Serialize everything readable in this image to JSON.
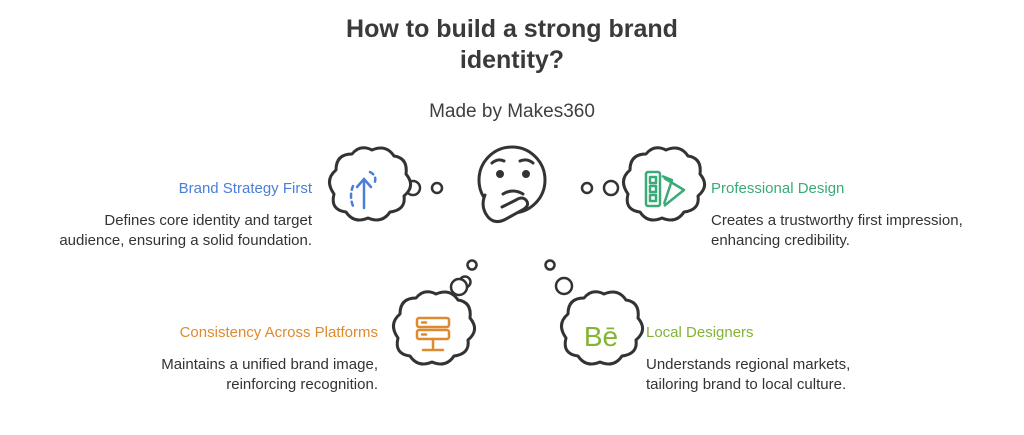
{
  "title_line1": "How to build a strong brand",
  "title_line2": "identity?",
  "subtitle": "Made by Makes360",
  "colors": {
    "strategy": "#4a7fd8",
    "design": "#3aaa78",
    "consistency": "#de8a2f",
    "local": "#83b435",
    "outline": "#333333"
  },
  "items": [
    {
      "heading": "Brand Strategy First",
      "desc_line1": "Defines core identity and target",
      "desc_line2": "audience, ensuring a solid foundation.",
      "icon": "strategy-arrow-icon"
    },
    {
      "heading": "Professional Design",
      "desc_line1": "Creates a trustworthy first impression,",
      "desc_line2": "enhancing credibility.",
      "icon": "color-swatch-icon"
    },
    {
      "heading": "Consistency Across Platforms",
      "desc_line1": "Maintains a unified brand image,",
      "desc_line2": "reinforcing recognition.",
      "icon": "server-icon"
    },
    {
      "heading": "Local Designers",
      "desc_line1": "Understands regional markets,",
      "desc_line2": "tailoring brand to local culture.",
      "icon": "behance-icon"
    }
  ]
}
